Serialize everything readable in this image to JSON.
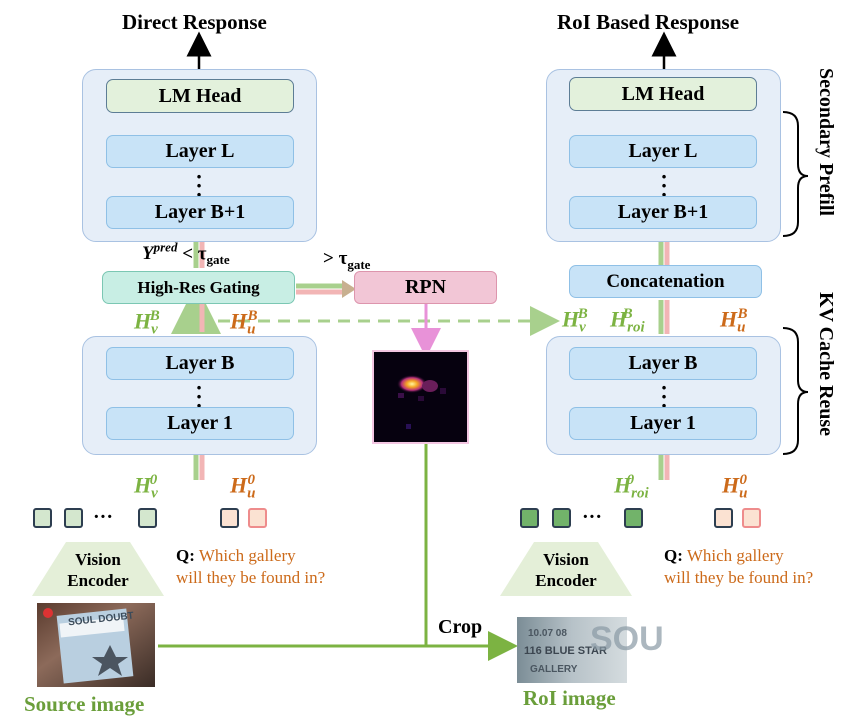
{
  "left": {
    "title": "Direct Response",
    "lm_head": "LM Head",
    "layer_top": "Layer L",
    "layer_mid": "Layer B+1",
    "layer_b": "Layer B",
    "layer_1": "Layer 1",
    "gating": "High-Res Gating",
    "gate_condition_left": "< τ",
    "gate_var": "Y",
    "gate_var_sup": "pred",
    "gate_sub": "gate",
    "hv": "H",
    "hv_sub": "v",
    "hv_sup": "B",
    "hu": "H",
    "hu_sub": "u",
    "hu_sup": "B",
    "hv0": "H",
    "hv0_sub": "v",
    "hv0_sup": "0",
    "hu0": "H",
    "hu0_sub": "u",
    "hu0_sup": "0",
    "ellipsis": "···",
    "encoder": "Vision Encoder",
    "encoder_line1": "Vision",
    "encoder_line2": "Encoder",
    "q_prefix": "Q:",
    "q_line1": "Which gallery",
    "q_line2": "will they be found in?",
    "caption": "Source image"
  },
  "middle": {
    "gate_condition_right": "> τ",
    "gate_sub": "gate",
    "rpn": "RPN",
    "crop": "Crop"
  },
  "right": {
    "title": "RoI Based Response",
    "lm_head": "LM Head",
    "layer_top": "Layer L",
    "layer_mid": "Layer B+1",
    "concat": "Concatenation",
    "layer_b": "Layer B",
    "layer_1": "Layer 1",
    "hv": "H",
    "hv_sub": "v",
    "hv_sup": "B",
    "hroi": "H",
    "hroi_sub": "roi",
    "hroi_sup": "B",
    "hu": "H",
    "hu_sub": "u",
    "hu_sup": "B",
    "hroi0": "H",
    "hroi0_sub": "roi",
    "hroi0_sup": "0",
    "hu0": "H",
    "hu0_sub": "u",
    "hu0_sup": "0",
    "ellipsis": "···",
    "encoder_line1": "Vision",
    "encoder_line2": "Encoder",
    "q_prefix": "Q:",
    "q_line1": "Which gallery",
    "q_line2": "will they be found in?",
    "caption": "RoI image",
    "side_top": "Secondary Prefill",
    "side_bottom": "KV Cache Reuse"
  },
  "source_image_text": [
    "SOUL DOUBT"
  ],
  "roi_image_text": [
    "10.07 08",
    "116 BLUE STAR",
    "GALLERY"
  ],
  "colors": {
    "green_arrow": "#7cb342",
    "pink_arrow": "#f2a7a7",
    "layer_fill": "#c8e3f7",
    "outer_fill": "#e6eef8",
    "lm_head_fill": "#e3f1dc",
    "gating_fill": "#c8eee4",
    "rpn_fill": "#f2c6d6",
    "orange_text": "#cc6a1a"
  }
}
